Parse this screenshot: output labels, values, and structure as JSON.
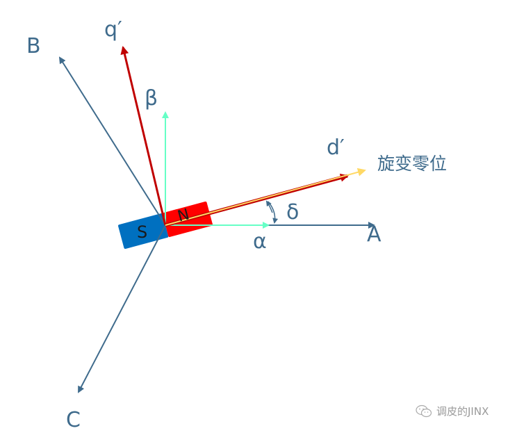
{
  "diagram": {
    "labels": {
      "A": "A",
      "B": "B",
      "C": "C",
      "alpha": "α",
      "beta": "β",
      "d_prime": "d′",
      "q_prime": "q′",
      "delta": "δ",
      "resolver_zero": "旋变零位",
      "magnet_S": "S",
      "magnet_N": "N"
    },
    "colors": {
      "abc_axis": "#3f6b8c",
      "alpha_beta_axis": "#66ffc6",
      "dq_axis": "#c00000",
      "resolver_zero_axis": "#ffd966",
      "magnet_S": "#0070c0",
      "magnet_N": "#ff0000"
    }
  },
  "watermark": {
    "icon": "wechat-icon",
    "text": "调皮的JINX"
  }
}
